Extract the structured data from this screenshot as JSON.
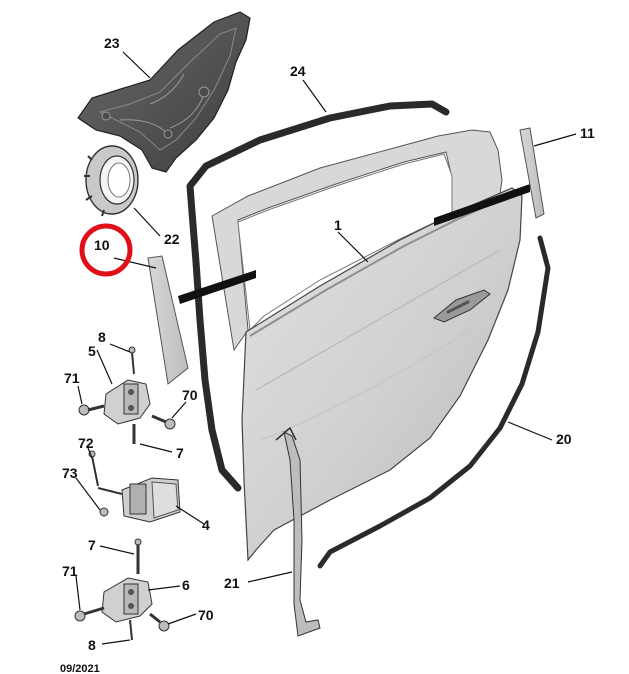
{
  "diagram": {
    "callouts": {
      "c1": "1",
      "c4": "4",
      "c5": "5",
      "c6": "6",
      "c7a": "7",
      "c7b": "7",
      "c8a": "8",
      "c8b": "8",
      "c10": "10",
      "c11": "11",
      "c20": "20",
      "c21": "21",
      "c22": "22",
      "c23": "23",
      "c24": "24",
      "c70a": "70",
      "c70b": "70",
      "c71a": "71",
      "c71b": "71",
      "c72": "72",
      "c73": "73"
    },
    "highlighted_part": "10",
    "footer_date": "09/2021",
    "colors": {
      "door_panel": "#d3d3d3",
      "door_shade": "#b4b4b4",
      "trim_panel": "#5a5a5a",
      "highlight_circle": "#e0101a",
      "line": "#111111"
    }
  }
}
